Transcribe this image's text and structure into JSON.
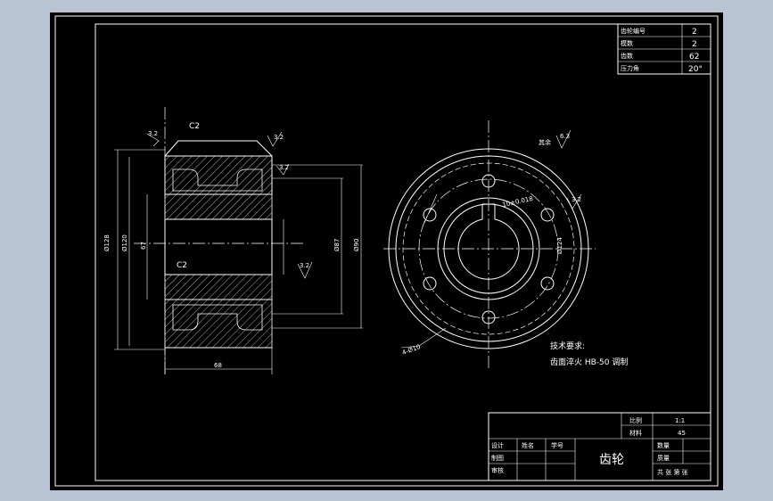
{
  "gear_params": [
    {
      "label": "齿轮编号",
      "value": "2"
    },
    {
      "label": "模数",
      "value": "2"
    },
    {
      "label": "齿数",
      "value": "62"
    },
    {
      "label": "压力角",
      "value": "20°"
    }
  ],
  "side_view": {
    "chamfer_top": "C2",
    "chamfer_bore": "C2",
    "rough_top": "3.2",
    "rough_face": "3.2",
    "rough_bore": "3.2",
    "rough_left": "3.2",
    "dim_width": "68",
    "dim_outer": "Ø128",
    "dim_root": "Ø120",
    "dim_bore_dia": "67",
    "dim_right1": "Ø87",
    "dim_right2": "Ø90"
  },
  "front_view": {
    "remaining_label": "其余",
    "rough_value": "6.3",
    "rough_key": "3.2",
    "keyway_tol": "10±0.018",
    "hole_dim": "4-Ø10",
    "tooth_dim": "Ø124",
    "tech_title": "技术要求:",
    "tech_note": "齿面淬火 HB-50 调制"
  },
  "title_block": {
    "drawing_title": "齿轮",
    "scale_label": "比例",
    "scale_value": "1:1",
    "material_label": "材料",
    "material_value": "45",
    "qty_label": "数量",
    "weight_label": "质量",
    "design_label": "设计",
    "drawn_label": "制图",
    "check_label": "审核",
    "name_col": "姓名",
    "id_col": "学号",
    "sheet_note": "共  张  第  张"
  }
}
